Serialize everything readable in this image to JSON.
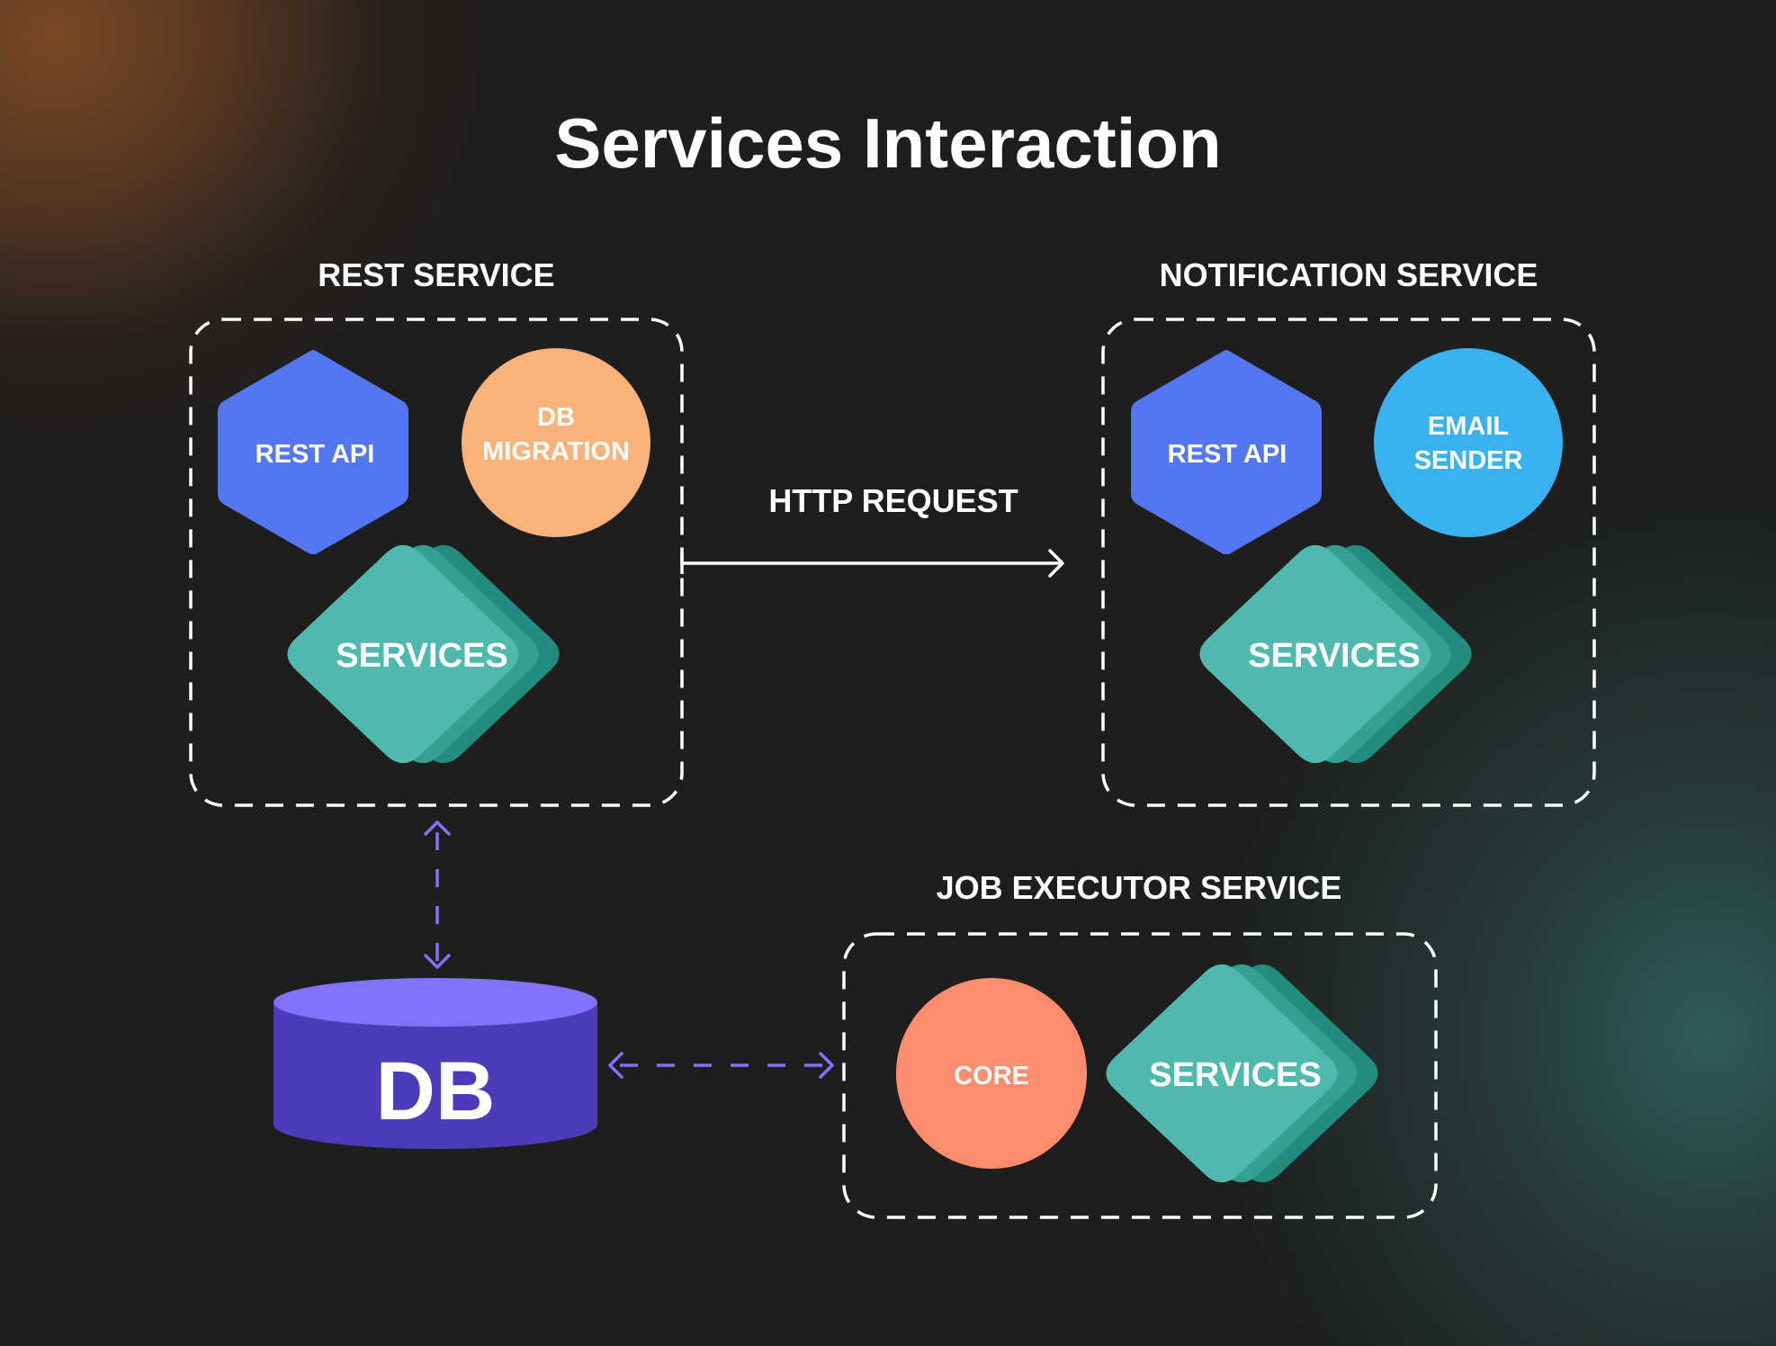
{
  "title": "Services Interaction",
  "colors": {
    "background": "#1e1e1e",
    "rest_api": "#5476f1",
    "db_migration": "#f8b27a",
    "email_sender": "#3ab2ef",
    "core": "#ff8d6d",
    "services_front": "#4fb9ad",
    "services_mid": "#33a091",
    "services_back": "#228d7f",
    "db_top": "#8372fc",
    "db_body": "#4b3dba",
    "db_link": "#8372fc",
    "http_arrow": "#ffffff"
  },
  "groups": {
    "rest_service": {
      "label": "REST SERVICE",
      "nodes": {
        "rest_api": {
          "lines": [
            "REST API"
          ],
          "shape": "hexagon"
        },
        "db_migration": {
          "lines": [
            "DB",
            "MIGRATION"
          ],
          "shape": "circle"
        },
        "services": {
          "lines": [
            "SERVICES"
          ],
          "shape": "stacked-diamond"
        }
      }
    },
    "notification_service": {
      "label": "NOTIFICATION SERVICE",
      "nodes": {
        "rest_api": {
          "lines": [
            "REST API"
          ],
          "shape": "hexagon"
        },
        "email_sender": {
          "lines": [
            "EMAIL",
            "SENDER"
          ],
          "shape": "circle"
        },
        "services": {
          "lines": [
            "SERVICES"
          ],
          "shape": "stacked-diamond"
        }
      }
    },
    "job_executor_service": {
      "label": "JOB EXECUTOR SERVICE",
      "nodes": {
        "core": {
          "lines": [
            "CORE"
          ],
          "shape": "circle"
        },
        "services": {
          "lines": [
            "SERVICES"
          ],
          "shape": "stacked-diamond"
        }
      }
    }
  },
  "db": {
    "label": "DB",
    "shape": "cylinder"
  },
  "edges": [
    {
      "from": "rest_service",
      "to": "notification_service",
      "label": "HTTP REQUEST",
      "style": "solid",
      "direction": "one-way"
    },
    {
      "from": "rest_service",
      "to": "db",
      "label": "",
      "style": "dashed",
      "direction": "two-way"
    },
    {
      "from": "db",
      "to": "job_executor_service",
      "label": "",
      "style": "dashed",
      "direction": "two-way"
    }
  ]
}
